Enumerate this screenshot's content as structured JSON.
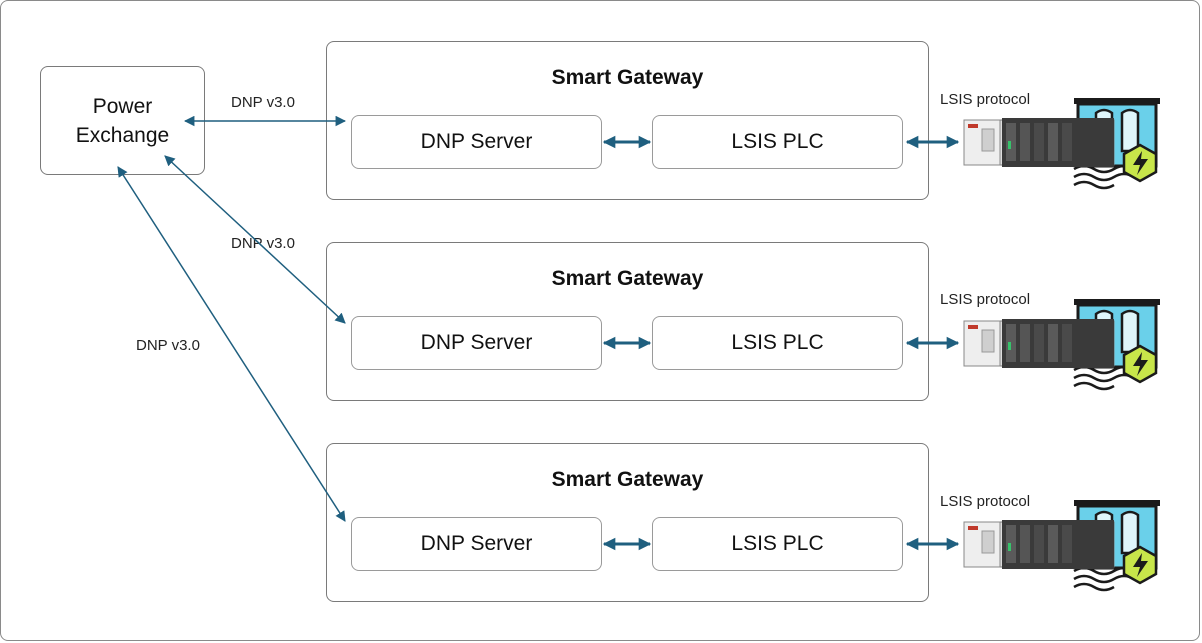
{
  "power_exchange": {
    "line1": "Power",
    "line2": "Exchange"
  },
  "links": [
    {
      "label": "DNP v3.0"
    },
    {
      "label": "DNP v3.0"
    },
    {
      "label": "DNP v3.0"
    }
  ],
  "gateways": [
    {
      "title": "Smart Gateway",
      "server": "DNP Server",
      "plc": "LSIS PLC",
      "protocol": "LSIS protocol"
    },
    {
      "title": "Smart Gateway",
      "server": "DNP Server",
      "plc": "LSIS PLC",
      "protocol": "LSIS protocol"
    },
    {
      "title": "Smart Gateway",
      "server": "DNP Server",
      "plc": "LSIS PLC",
      "protocol": "LSIS protocol"
    }
  ],
  "icons": {
    "plant": "hydro-power-plant-icon",
    "plc_hardware": "plc-rack-icon",
    "bolt": "lightning-bolt-icon"
  },
  "colors": {
    "connector": "#1f5f7f",
    "plant_teal": "#6ad0ea",
    "bolt_green": "#c8e64a"
  }
}
